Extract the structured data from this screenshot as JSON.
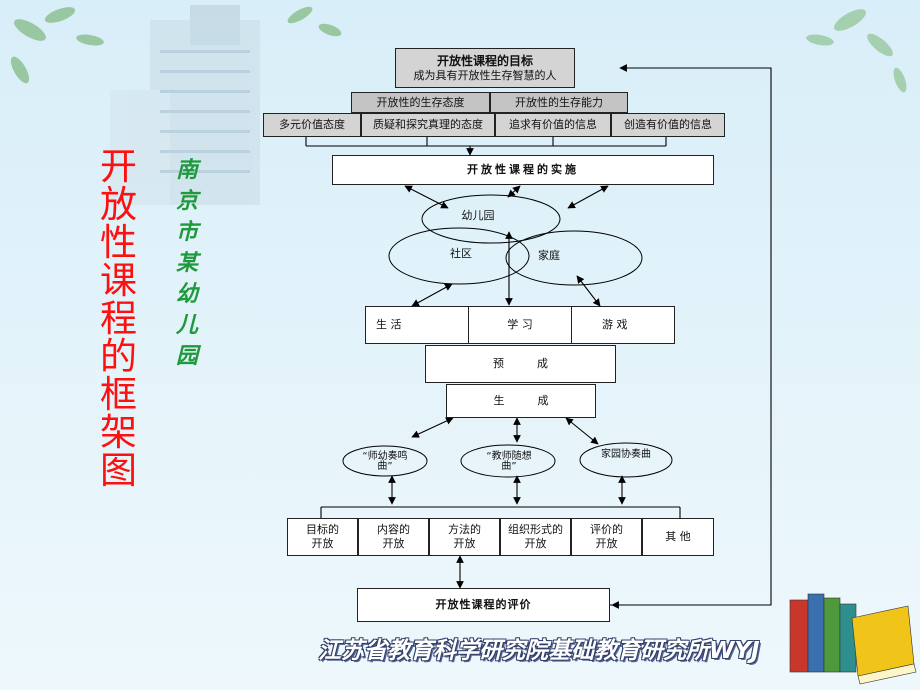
{
  "slide": {
    "title": "开放性课程的框架图",
    "subtitle": "南京市某幼儿园",
    "footer": "江苏省教育科学研究院基础教育研究所WYJ"
  },
  "goal": {
    "title": "开放性课程的目标",
    "subtitle": "成为具有开放性生存智慧的人"
  },
  "goal_split": [
    "开放性的生存态度",
    "开放性的生存能力"
  ],
  "goal_items": [
    "多元价值态度",
    "质疑和探究真理的态度",
    "追求有价值的信息",
    "创造有价值的信息"
  ],
  "implementation": "开放性课程的实施",
  "ellipses": {
    "kindergarten": "幼儿园",
    "community": "社区",
    "family": "家庭"
  },
  "activities": [
    "生 活",
    "学 习",
    "游 戏"
  ],
  "preset": "预　　　成",
  "generate": "生　　　成",
  "songs": [
    "“师幼奏鸣曲”",
    "“教师随想曲”",
    "家园协奏曲"
  ],
  "openness": [
    "目标的开放",
    "内容的开放",
    "方法的开放",
    "组织形式的开放",
    "评价的开放",
    "其 他"
  ],
  "evaluation": "开放性课程的评价",
  "colors": {
    "title_red": "#ff1010",
    "subtitle_green": "#1e9a3c",
    "footer_outline": "#32406a"
  }
}
